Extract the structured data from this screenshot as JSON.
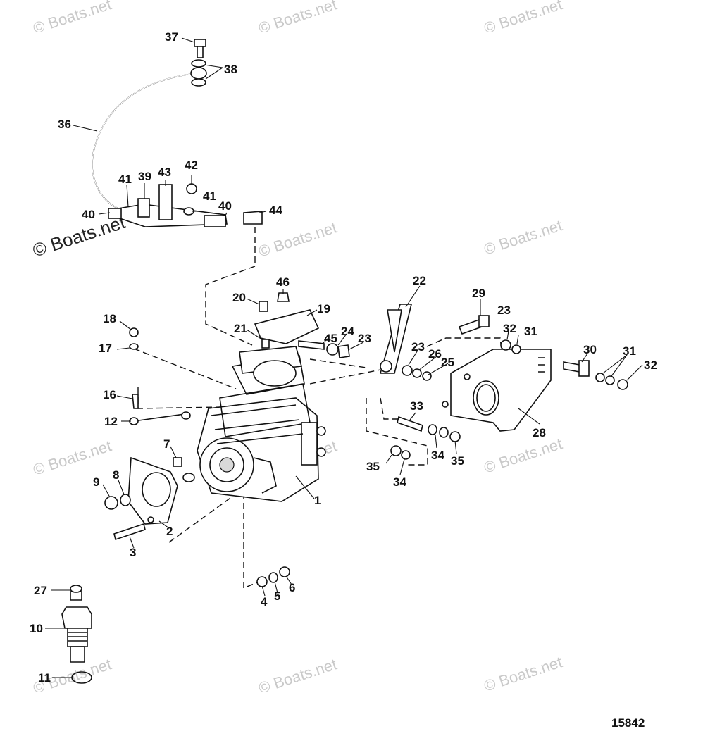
{
  "watermarks": [
    "© Boats.net",
    "© Boats.net",
    "© Boats.net",
    "© Boats.net",
    "© Boats.net",
    "© Boats.net",
    "© Boats.net",
    "© Boats.net",
    "© Boats.net",
    "© Boats.net",
    "© Boats.net",
    "© Boats.net"
  ],
  "figure_number": "15842",
  "callouts": [
    "1",
    "2",
    "3",
    "4",
    "5",
    "6",
    "7",
    "8",
    "9",
    "10",
    "11",
    "12",
    "16",
    "17",
    "18",
    "19",
    "20",
    "21",
    "22",
    "23",
    "23",
    "23",
    "24",
    "25",
    "26",
    "27",
    "28",
    "29",
    "30",
    "31",
    "31",
    "32",
    "32",
    "33",
    "34",
    "34",
    "35",
    "35",
    "36",
    "37",
    "38",
    "39",
    "40",
    "40",
    "41",
    "41",
    "42",
    "43",
    "44",
    "45",
    "46"
  ]
}
